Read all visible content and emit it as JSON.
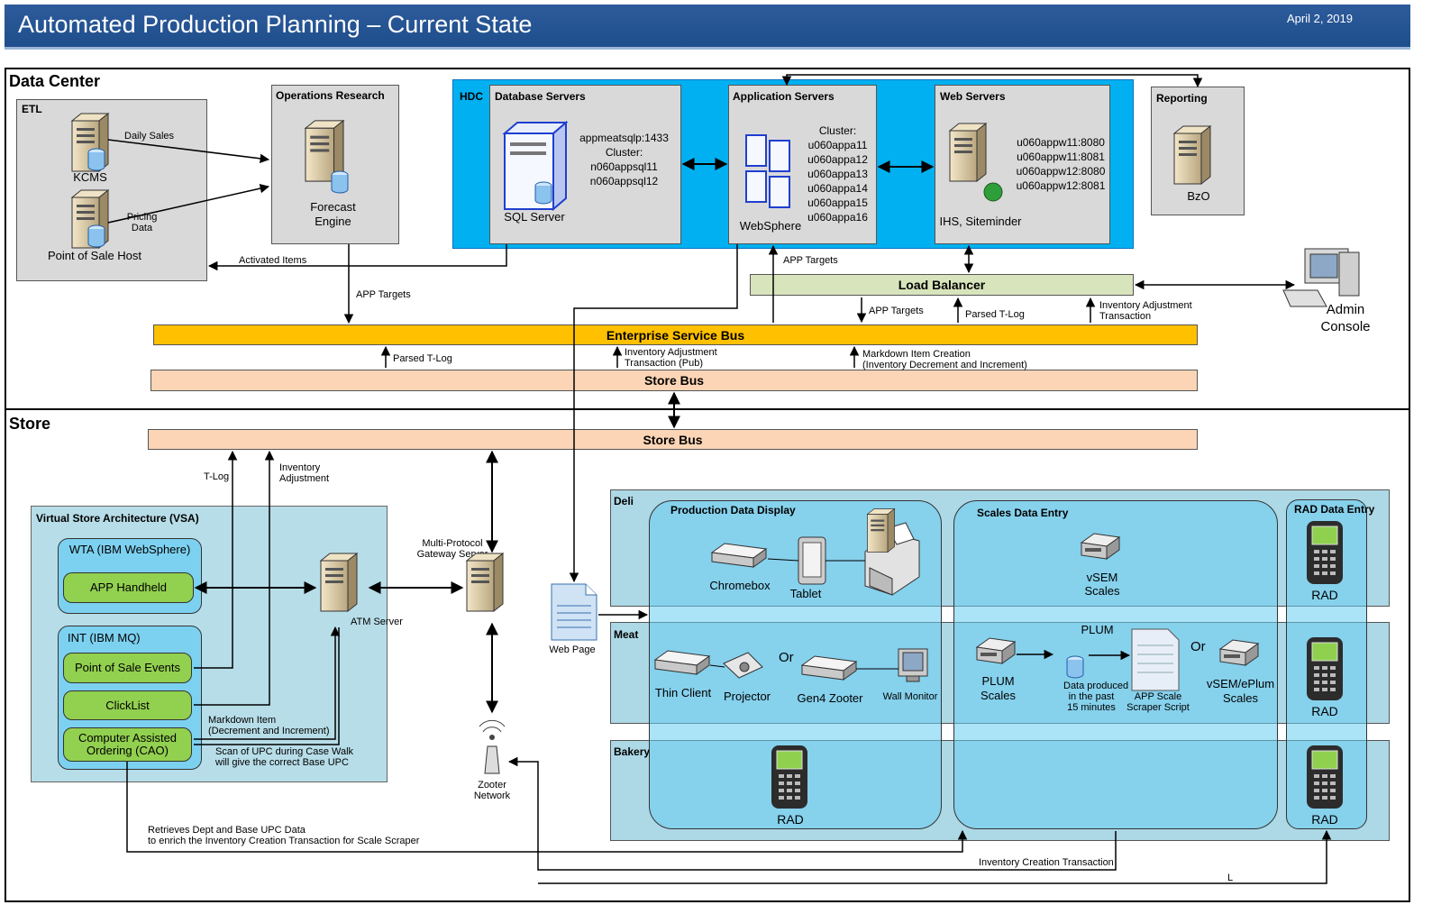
{
  "header": {
    "title": "Automated Production Planning – Current State",
    "date": "April 2, 2019"
  },
  "sections": {
    "data_center": "Data Center",
    "store": "Store"
  },
  "etl": {
    "title": "ETL",
    "kcms": "KCMS",
    "pos_host": "Point of Sale Host",
    "daily_sales": "Daily Sales",
    "pricing_data": "Pricing\nData",
    "activated_items": "Activated Items"
  },
  "ops_research": {
    "title": "Operations Research",
    "engine": "Forecast\nEngine"
  },
  "hdc": {
    "title": "HDC",
    "db": {
      "title": "Database Servers",
      "info": "appmeatsqlp:1433\nCluster:\nn060appsql11\nn060appsql12",
      "label": "SQL Server"
    },
    "app": {
      "title": "Application Servers",
      "info": "Cluster:\nu060appa11\nu060appa12\nu060appa13\nu060appa14\nu060appa15\nu060appa16",
      "label": "WebSphere"
    },
    "web": {
      "title": "Web Servers",
      "info": "u060appw11:8080\nu060appw11:8081\nu060appw12:8080\nu060appw12:8081",
      "label": "IHS, Siteminder"
    }
  },
  "reporting": {
    "title": "Reporting",
    "label": "BzO"
  },
  "admin_console": "Admin\nConsole",
  "load_balancer": "Load Balancer",
  "esb": "Enterprise Service Bus",
  "store_bus": "Store Bus",
  "dc_labels": {
    "app_targets_ops": "APP Targets",
    "app_targets_app": "APP Targets",
    "app_targets_lb": "APP Targets",
    "parsed_tlog_lb": "Parsed T-Log",
    "inv_adj_lb": "Inventory Adjustment\nTransaction",
    "parsed_tlog_sb": "Parsed T-Log",
    "inv_adj_pub": "Inventory Adjustment\nTransaction (Pub)",
    "markdown": "Markdown Item Creation\n(Inventory Decrement and Increment)"
  },
  "store_labels": {
    "tlog": "T-Log",
    "inventory_adjustment": "Inventory\nAdjustment",
    "mpgs": "Multi-Protocol\nGateway Server",
    "atm_server": "ATM Server",
    "web_page": "Web Page",
    "zooter": "Zooter\nNetwork",
    "markdown_item": "Markdown Item\n(Decrement and Increment)",
    "scan_upc": "Scan of UPC during Case Walk\nwill give the correct Base UPC",
    "retrieves": "Retrieves Dept and Base UPC Data\nto enrich the Inventory Creation Transaction for Scale Scraper",
    "inv_creation": "Inventory Creation Transaction",
    "l": "L"
  },
  "vsa": {
    "title": "Virtual Store Architecture (VSA)",
    "wta": "WTA (IBM WebSphere)",
    "app_handheld": "APP Handheld",
    "int": "INT (IBM MQ)",
    "pos_events": "Point of Sale Events",
    "clicklist": "ClickList",
    "cao": "Computer Assisted\nOrdering (CAO)"
  },
  "departments": {
    "deli": "Deli",
    "meat": "Meat",
    "bakery": "Bakery"
  },
  "production_display": {
    "title": "Production Data Display",
    "chromebox": "Chromebox",
    "tablet": "Tablet",
    "thin_client": "Thin Client",
    "projector": "Projector",
    "or": "Or",
    "gen4_zooter": "Gen4 Zooter",
    "wall_monitor": "Wall Monitor",
    "rad": "RAD"
  },
  "scales": {
    "title": "Scales Data Entry",
    "vsem": "vSEM\nScales",
    "plum": "PLUM",
    "plum_scales": "PLUM\nScales",
    "data_produced": "Data produced\nin the past\n15 minutes",
    "scraper": "APP Scale\nScraper Script",
    "or": "Or",
    "vsem_eplum": "vSEM/ePlum\nScales"
  },
  "rad_entry": {
    "title": "RAD Data Entry",
    "rad1": "RAD",
    "rad2": "RAD",
    "rad3": "RAD"
  },
  "colors": {
    "header_bg": "#1f4e8c",
    "hdc_blue": "#00b0f0",
    "esb_orange": "#ffc000",
    "store_bus": "#fbd5b5",
    "lb_green": "#d8e4bc",
    "vsa_bg": "#b7dde8",
    "pill_green": "#92d050",
    "dept_bg": "#add8e6"
  }
}
